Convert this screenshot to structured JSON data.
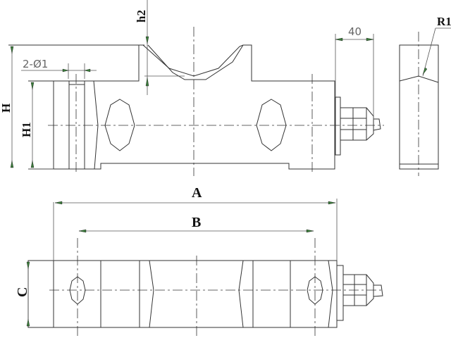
{
  "labels": {
    "h2": "h2",
    "H": "H",
    "H1": "H1",
    "holes": "2-Ø1",
    "dim40": "40",
    "R1": "R1",
    "A": "A",
    "B": "B",
    "C": "C"
  },
  "colors": {
    "line": "#333333",
    "arrow": "#3a7a3a"
  }
}
